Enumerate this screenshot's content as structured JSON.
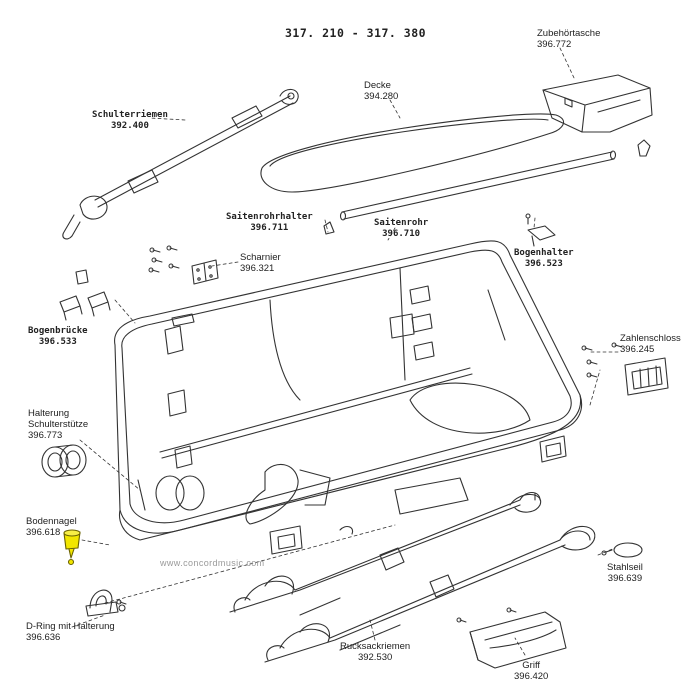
{
  "title": "317. 210 - 317. 380",
  "watermark": "www.concordmusic.com",
  "parts": {
    "schulterriemen": {
      "name": "Schulterriemen",
      "code": "392.400"
    },
    "decke": {
      "name": "Decke",
      "code": "394.280"
    },
    "zubehoertasche": {
      "name": "Zubehörtasche",
      "code": "396.772"
    },
    "saitenrohrhalter": {
      "name": "Saitenrohrhalter",
      "code": "396.711"
    },
    "saitenrohr": {
      "name": "Saitenrohr",
      "code": "396.710"
    },
    "bogenhalter": {
      "name": "Bogenhalter",
      "code": "396.523"
    },
    "scharnier": {
      "name": "Scharnier",
      "code": "396.321"
    },
    "bogenbruecke": {
      "name": "Bogenbrücke",
      "code": "396.533"
    },
    "zahlenschloss": {
      "name": "Zahlenschloss",
      "code": "396.245"
    },
    "halterung_schulterstuetze": {
      "name1": "Halterung",
      "name2": "Schulterstütze",
      "code": "396.773"
    },
    "bodennagel": {
      "name": "Bodennagel",
      "code": "396.618"
    },
    "stahlseil": {
      "name": "Stahlseil",
      "code": "396.639"
    },
    "d_ring": {
      "name": "D-Ring mit Halterung",
      "code": "396.636"
    },
    "rucksackriemen": {
      "name": "Rucksackriemen",
      "code": "392.530"
    },
    "griff": {
      "name": "Griff",
      "code": "396.420"
    }
  },
  "colors": {
    "line": "#333333",
    "highlight": "#f2e600",
    "watermark": "#9a9a9a"
  }
}
